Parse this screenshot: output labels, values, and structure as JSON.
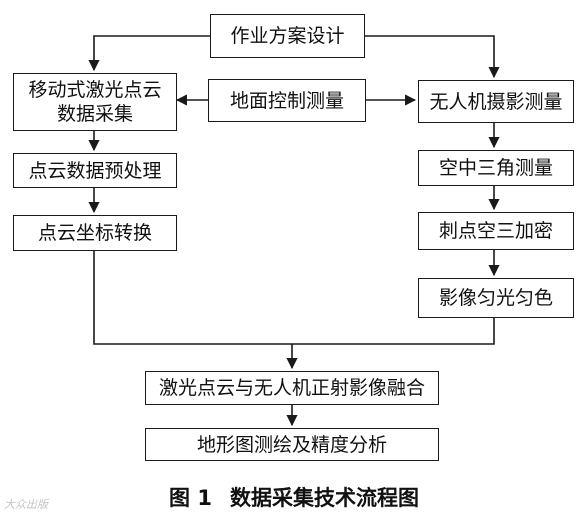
{
  "diagram": {
    "nodes": {
      "design": "作业方案设计",
      "mobile_lidar": "移动式激光点云\n数据采集",
      "ground_control": "地面控制测量",
      "uav_photo": "无人机摄影测量",
      "preprocess": "点云数据预处理",
      "coord_transform": "点云坐标转换",
      "aerial_triangulation": "空中三角测量",
      "densify": "刺点空三加密",
      "dodging": "影像匀光匀色",
      "fusion": "激光点云与无人机正射影像融合",
      "mapping": "地形图测绘及精度分析"
    },
    "line_color": "#1a1a1a"
  },
  "caption": {
    "figure_number": "图 1",
    "title": "数据采集技术流程图"
  },
  "watermark": "大众出版"
}
